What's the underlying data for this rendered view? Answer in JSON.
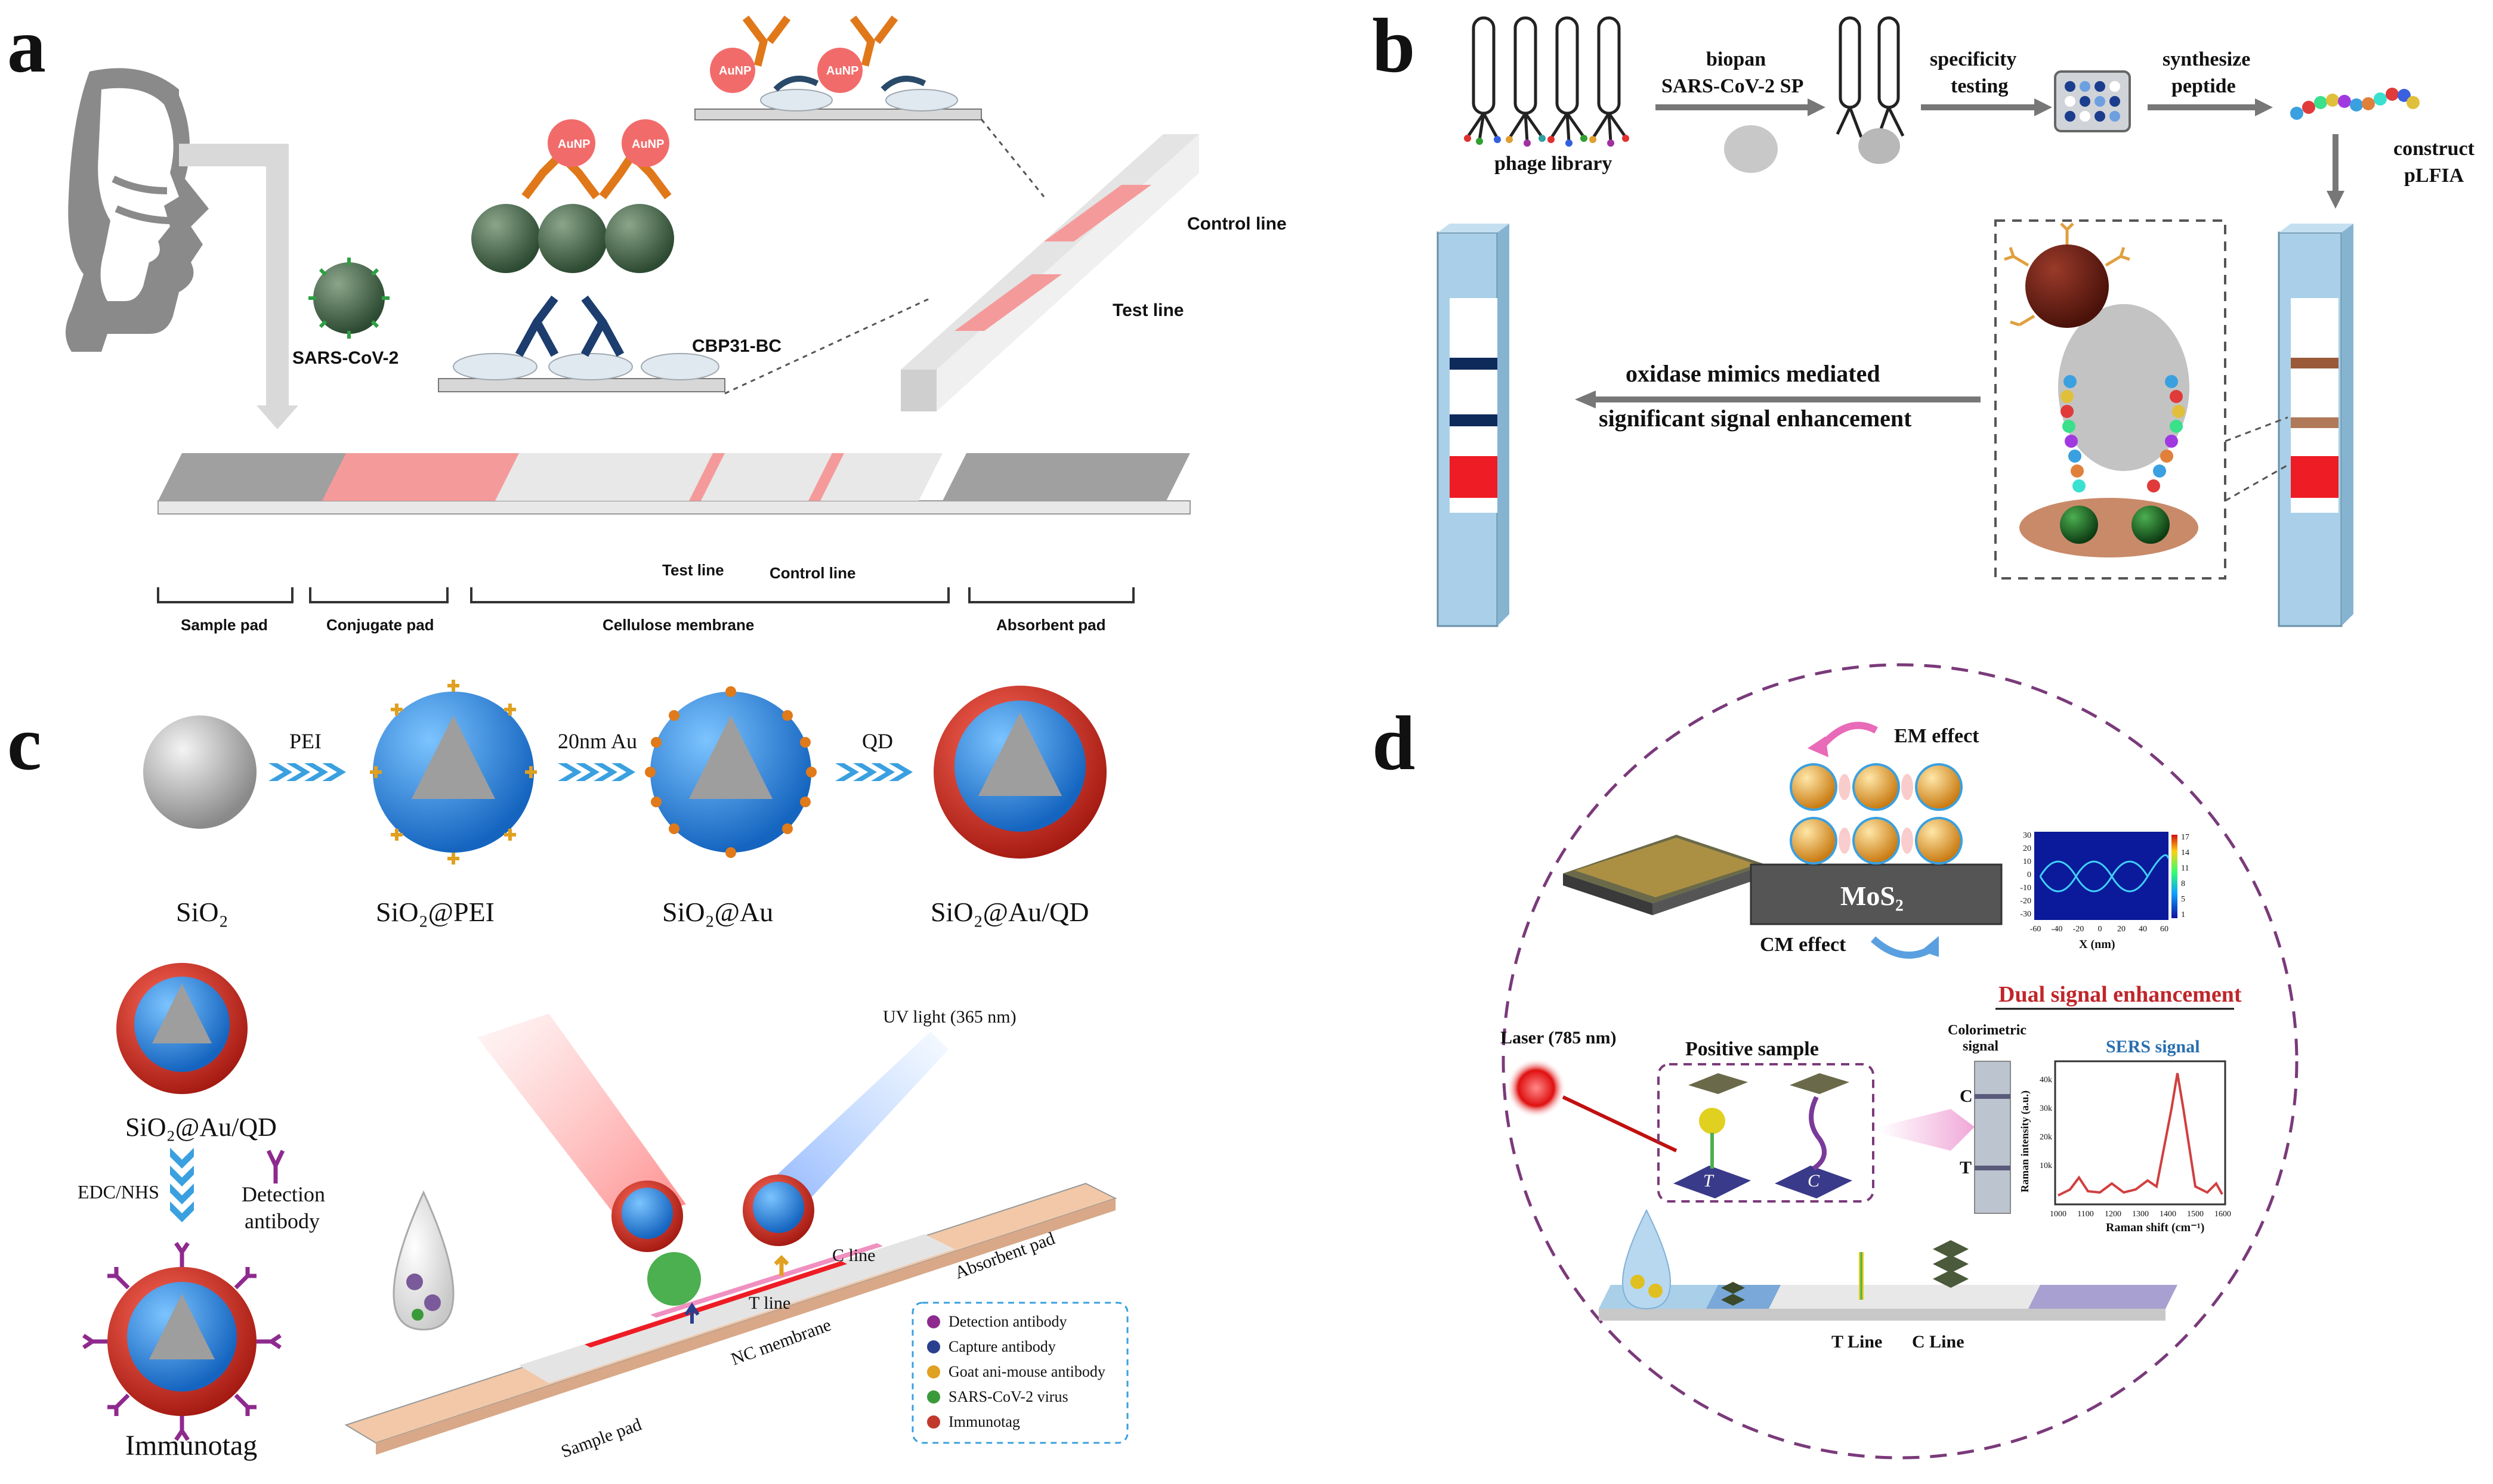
{
  "panels": {
    "a": {
      "letter": "a",
      "labels": {
        "sars_cov_2": "SARS-CoV-2",
        "cbp31_bc": "CBP31-BC",
        "aunp": "AuNP",
        "control_line": "Control line",
        "test_line": "Test line",
        "test_line_small": "Test line",
        "control_line_small": "Control line",
        "sample_pad": "Sample pad",
        "conjugate_pad": "Conjugate pad",
        "cellulose_membrane": "Cellulose membrane",
        "absorbent_pad": "Absorbent pad"
      }
    },
    "b": {
      "letter": "b",
      "labels": {
        "phage_library": "phage library",
        "biopan_1": "biopan",
        "biopan_2": "SARS-CoV-2 SP",
        "specificity_1": "specificity",
        "specificity_2": "testing",
        "synthesize_1": "synthesize",
        "synthesize_2": "peptide",
        "construct_1": "construct",
        "construct_2": "pLFIA",
        "oxidase_1": "oxidase mimics mediated",
        "oxidase_2": "significant signal enhancement"
      }
    },
    "c": {
      "letter": "c",
      "labels": {
        "pei": "PEI",
        "au20": "20nm Au",
        "qd": "QD",
        "sio2": "SiO₂",
        "sio2_pei": "SiO₂@PEI",
        "sio2_au": "SiO₂@Au",
        "sio2_au_qd": "SiO₂@Au/QD",
        "sio2_au_qd_2": "SiO₂@Au/QD",
        "edc_nhs": "EDC/NHS",
        "detection_antibody_1": "Detection",
        "detection_antibody_2": "antibody",
        "immunotag": "Immunotag",
        "uv_light": "UV light (365 nm)",
        "c_line": "C line",
        "t_line": "T line",
        "nc_membrane": "NC membrane",
        "absorbent_pad": "Absorbent pad",
        "sample_pad": "Sample pad"
      },
      "legend": [
        {
          "label": "Detection antibody",
          "color": "#8e2a8e"
        },
        {
          "label": "Capture antibody",
          "color": "#2a3f8e"
        },
        {
          "label": "Goat ani-mouse antibody",
          "color": "#e0a020"
        },
        {
          "label": "SARS-CoV-2 virus",
          "color": "#3a9a3a"
        },
        {
          "label": "Immunotag",
          "color": "#c0392b"
        }
      ]
    },
    "d": {
      "letter": "d",
      "labels": {
        "em_effect": "EM effect",
        "cm_effect": "CM effect",
        "mos2": "MoS₂",
        "x_nm": "X (nm)",
        "dual_signal": "Dual signal enhancement",
        "laser": "Laser (785 nm)",
        "positive_sample": "Positive sample",
        "colorimetric_1": "Colorimetric",
        "colorimetric_2": "signal",
        "sers_signal": "SERS signal",
        "c_mark": "C",
        "t_mark": "T",
        "t_letter": "T",
        "c_letter": "C",
        "t_line": "T Line",
        "c_line": "C Line",
        "raman_y": "Raman intensity (a.u.)",
        "raman_x": "Raman shift (cm⁻¹)"
      },
      "heatmap_y_ticks": [
        "30",
        "20",
        "10",
        "0",
        "-10",
        "-20",
        "-30"
      ],
      "heatmap_x_ticks": [
        "-60",
        "-40",
        "-20",
        "0",
        "20",
        "40",
        "60"
      ],
      "heatmap_colorbar_ticks": [
        "17",
        "14",
        "11",
        "8",
        "5",
        "1"
      ],
      "raman_x_ticks": [
        "1000",
        "1100",
        "1200",
        "1300",
        "1400",
        "1500",
        "1600"
      ],
      "raman_y_ticks": [
        "40k",
        "30k",
        "20k",
        "10k"
      ]
    }
  },
  "colors": {
    "pink_line": "#f28c8c",
    "strip_blue": "#a9d0e8",
    "band_navy": "#0e2a5a",
    "band_red": "#ee1c24",
    "band_brown": "#9a5a3a",
    "virus_green": "#3c6a4a",
    "aunp_pink": "#f26b6b",
    "dash_purple": "#7a3a7a",
    "title_red": "#c0262a",
    "sers_blue": "#2a6fb0"
  }
}
